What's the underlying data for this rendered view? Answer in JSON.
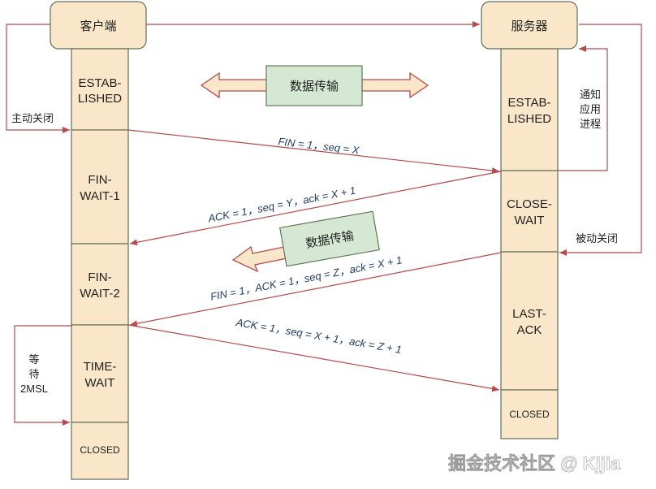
{
  "client": {
    "title": "客户端",
    "states": {
      "established": [
        "ESTAB-",
        "LISHED"
      ],
      "fin_wait_1": [
        "FIN-",
        "WAIT-1"
      ],
      "fin_wait_2": [
        "FIN-",
        "WAIT-2"
      ],
      "time_wait": [
        "TIME-",
        "WAIT"
      ],
      "closed": "CLOSED"
    },
    "active_close": "主动关闭",
    "wait_2msl": [
      "等",
      "待",
      "2MSL"
    ]
  },
  "server": {
    "title": "服务器",
    "states": {
      "established": [
        "ESTAB-",
        "LISHED"
      ],
      "close_wait": [
        "CLOSE-",
        "WAIT"
      ],
      "last_ack": [
        "LAST-",
        "ACK"
      ],
      "closed": "CLOSED"
    },
    "notify_app": [
      "通知",
      "应用",
      "进程"
    ],
    "passive_close": "被动关闭"
  },
  "data_transfer_1": "数据传输",
  "data_transfer_2": "数据传输",
  "messages": {
    "fin1": "FIN = 1，seq = X",
    "ack1": "ACK = 1，seq = Y，ack = X + 1",
    "fin2": "FIN = 1，ACK = 1，seq = Z，ack = X + 1",
    "ack2": "ACK = 1，seq = X + 1，ack = Z + 1"
  },
  "watermark": "掘金技术社区 @ Kjjia"
}
